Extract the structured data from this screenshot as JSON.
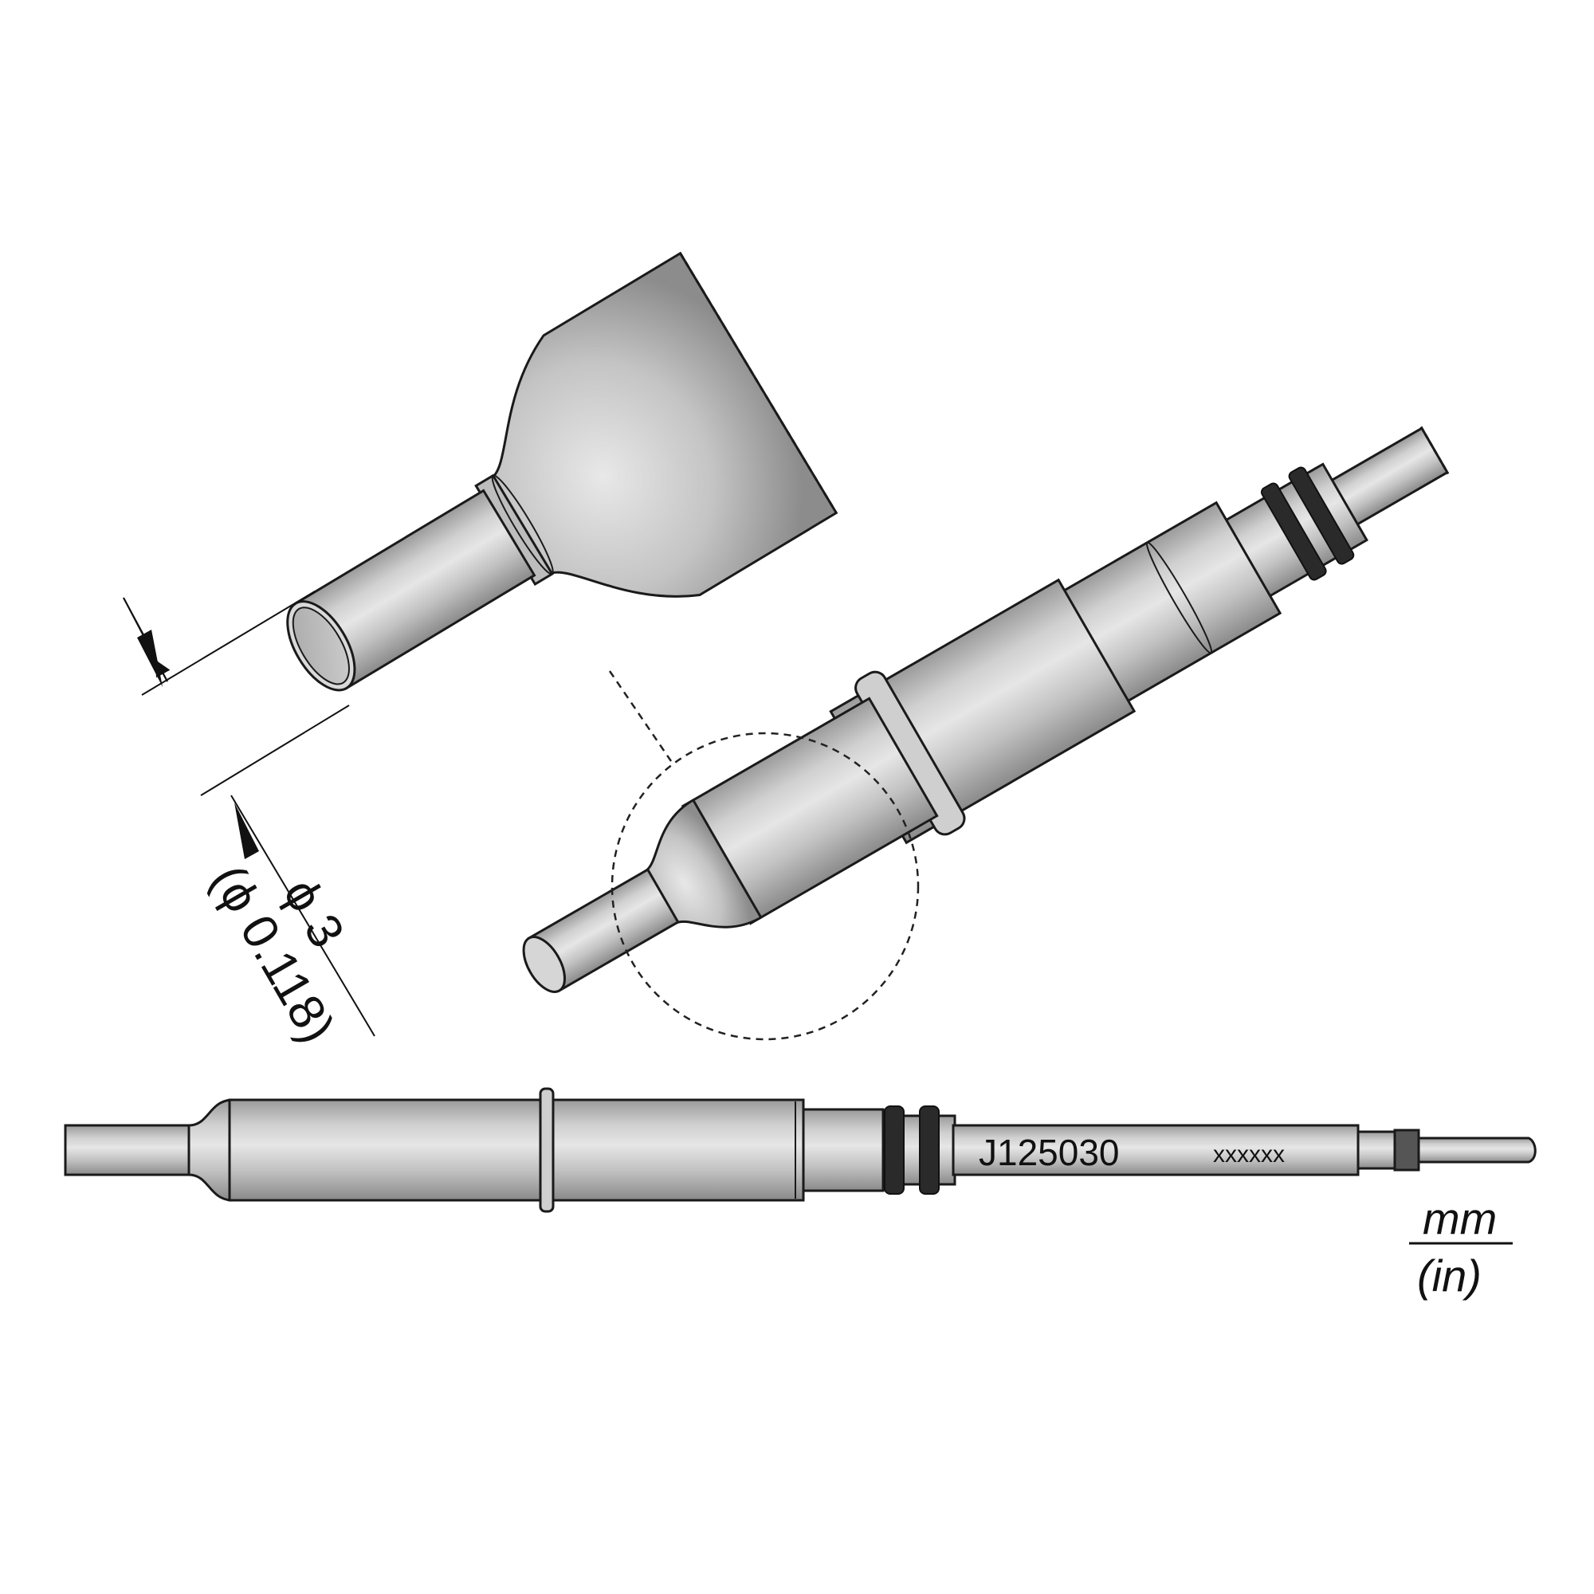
{
  "dimension": {
    "metric": "ϕ 3",
    "imperial": "(ϕ 0.118)"
  },
  "part_number": "J125030",
  "batch_code": "xxxxxx",
  "units": {
    "primary": "mm",
    "secondary": "(in)"
  },
  "colors": {
    "body": "#c6c6c6",
    "body_light": "#e4e4e4",
    "body_dark": "#8e8e8e",
    "outline": "#1a1a1a",
    "o_ring": "#2a2a2a",
    "band": "#555555"
  }
}
